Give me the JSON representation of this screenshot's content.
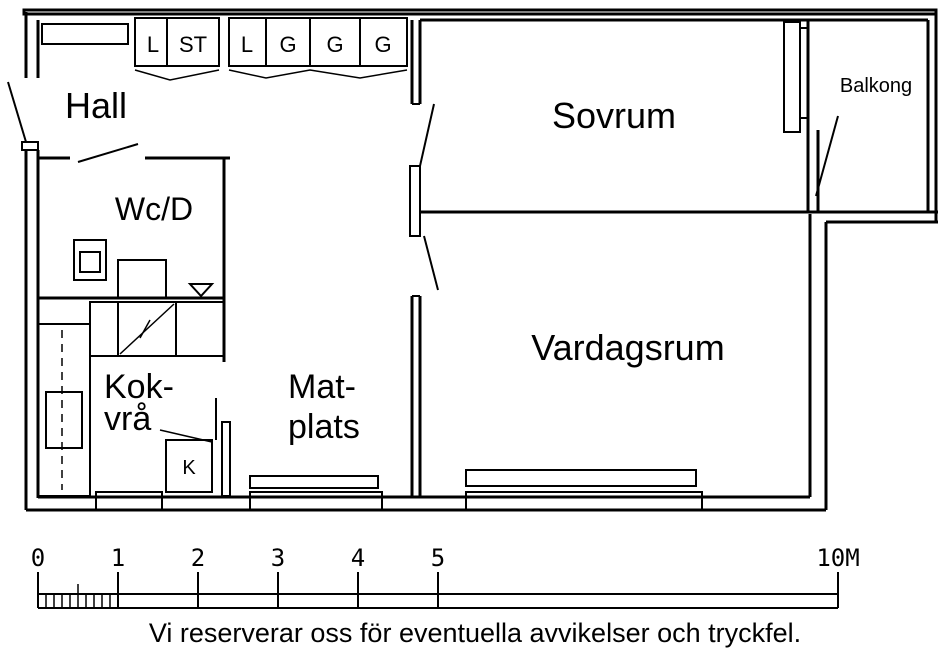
{
  "rooms": {
    "hall": "Hall",
    "sovrum": "Sovrum",
    "balkong": "Balkong",
    "wcd": "Wc/D",
    "vardagsrum": "Vardagsrum",
    "kok_line1": "Kok-",
    "kok_line2": "vrå",
    "mat_line1": "Mat-",
    "mat_line2": "plats"
  },
  "closets": [
    "L",
    "ST",
    "L",
    "G",
    "G",
    "G"
  ],
  "kitchen_fixture": "K",
  "scale": {
    "ticks": [
      "0",
      "1",
      "2",
      "3",
      "4",
      "5",
      "10M"
    ],
    "max_m": 10
  },
  "disclaimer": "Vi reserverar oss för eventuella avvikelser och tryckfel."
}
